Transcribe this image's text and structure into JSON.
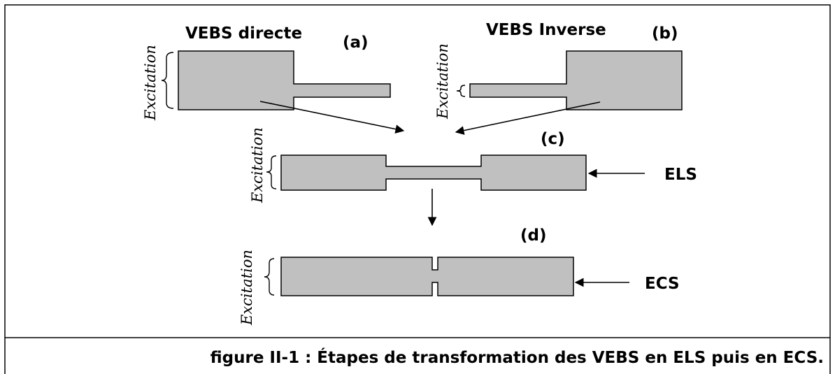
{
  "labels": {
    "a_title": "VEBS directe",
    "a_tag": "(a)",
    "b_title": "VEBS Inverse",
    "b_tag": "(b)",
    "c_tag": "(c)",
    "d_tag": "(d)",
    "els": "ELS",
    "ecs": "ECS",
    "excitation": "Excitation"
  },
  "caption": "figure II-1 : Étapes de transformation des VEBS en ELS puis en ECS.",
  "colors": {
    "shape_fill": "#c0c0c0",
    "stroke": "#000000",
    "background": "#ffffff"
  }
}
